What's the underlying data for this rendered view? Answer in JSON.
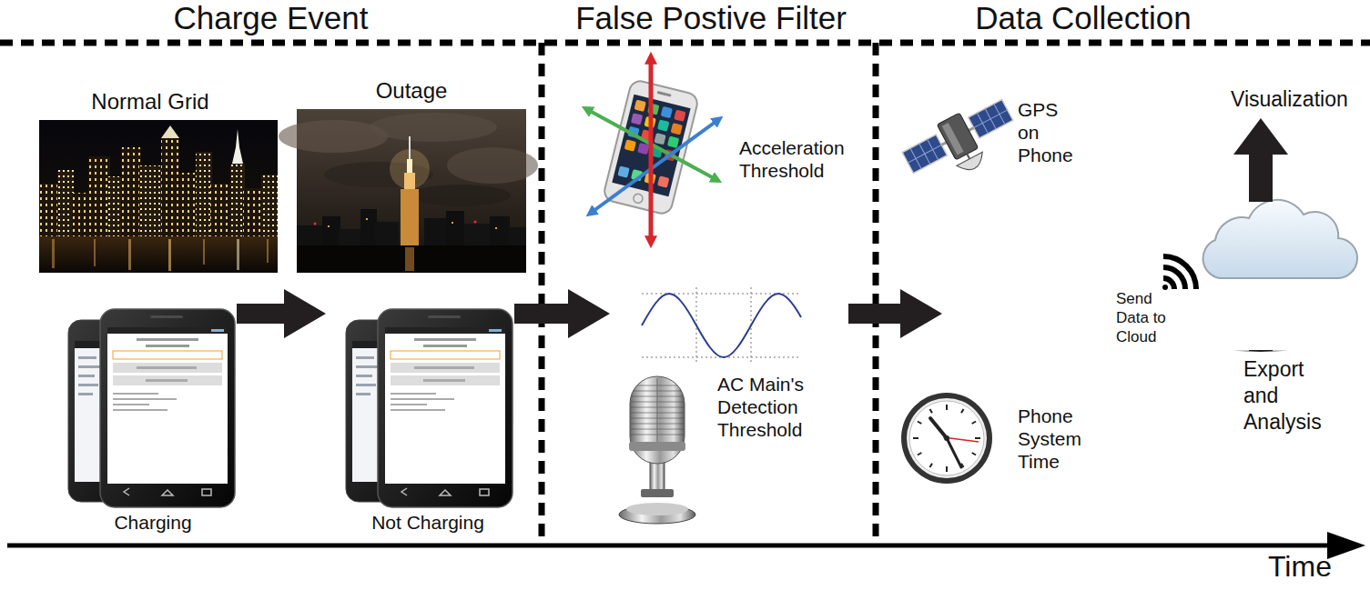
{
  "diagram": {
    "nodes": [
      {
        "text": [
          "Charge Event"
        ]
      },
      {
        "text": [
          "False Postive Filter"
        ]
      },
      {
        "text": [
          "Data Collection"
        ]
      },
      {
        "text": [
          "Normal Grid",
          "Charging"
        ],
        "in": 0
      },
      {
        "text": [
          "Outage",
          "Not Charging"
        ],
        "in": 0
      },
      {
        "text": [
          "Acceleration Threshold"
        ],
        "in": 1
      },
      {
        "text": [
          "AC Main's Detection Threshold"
        ],
        "in": 1
      },
      {
        "text": [
          "GPS on Phone"
        ],
        "in": 2
      },
      {
        "text": [
          "Phone System Time"
        ],
        "in": 2
      },
      {
        "text": [
          "Send Data to Cloud"
        ],
        "in": 2
      },
      {
        "text": [
          "Visualization"
        ],
        "in": 2
      },
      {
        "text": [
          "Export and Analysis"
        ],
        "in": 2
      }
    ],
    "edges": [
      {
        "from": 3,
        "to": 4,
        "arrow": "to"
      },
      {
        "from": 0,
        "to": 1,
        "arrow": "to"
      },
      {
        "from": 1,
        "to": 2,
        "arrow": "to"
      },
      {
        "from": 9,
        "to": 10,
        "arrow": "to"
      },
      {
        "from": 9,
        "to": 11,
        "arrow": "to"
      }
    ],
    "labels": [
      "Time"
    ]
  }
}
